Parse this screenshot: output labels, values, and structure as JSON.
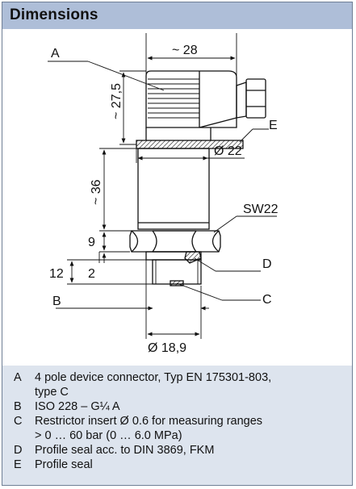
{
  "header": {
    "title": "Dimensions"
  },
  "drawing": {
    "labels": {
      "a": "A",
      "b": "B",
      "c": "C",
      "d": "D",
      "e": "E",
      "width_28": "~ 28",
      "height_27_5": "~ 27,5",
      "diameter_22": "Ø 22",
      "height_36": "~ 36",
      "sw22": "SW22",
      "dim_9": "9",
      "dim_12": "12",
      "dim_2": "2",
      "diameter_18_9": "Ø 18,9"
    }
  },
  "legend": {
    "items": [
      {
        "key": "A",
        "line1": "4 pole device connector, Typ EN 175301-803,",
        "line2": "type C"
      },
      {
        "key": "B",
        "line1": "ISO 228 – G¼ A",
        "line2": ""
      },
      {
        "key": "C",
        "line1": "Restrictor insert Ø 0.6 for measuring ranges",
        "line2": "> 0 … 60 bar (0 … 6.0 MPa)"
      },
      {
        "key": "D",
        "line1": "Profile seal acc. to DIN 3869, FKM",
        "line2": ""
      },
      {
        "key": "E",
        "line1": "Profile seal",
        "line2": ""
      }
    ]
  },
  "colors": {
    "header_bg": "#aebed8",
    "legend_bg": "#dde4ee",
    "border": "#6f7f95",
    "line": "#111111"
  }
}
